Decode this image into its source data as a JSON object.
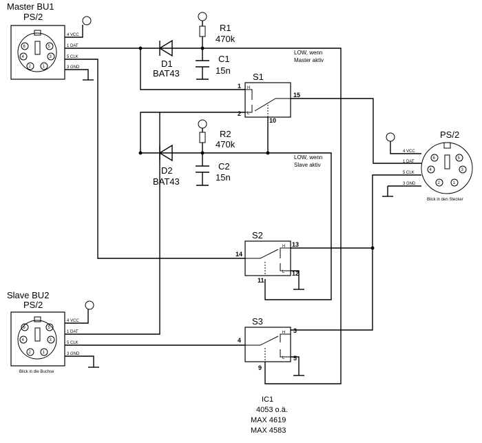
{
  "master": {
    "title": "Master BU1",
    "subtitle": "PS/2",
    "pins": [
      "4  VCC",
      "1  DAT",
      "5  CLK",
      "3  GND"
    ],
    "numbers": [
      "6",
      "5",
      "4",
      "3",
      "2",
      "1"
    ]
  },
  "slave": {
    "title": "Slave BU2",
    "subtitle": "PS/2",
    "pins": [
      "4  VCC",
      "1  DAT",
      "5  CLK",
      "3  GND"
    ],
    "numbers": [
      "6",
      "5",
      "4",
      "3",
      "2",
      "1"
    ],
    "caption": "Blick in die Buchse"
  },
  "output": {
    "title": "PS/2",
    "pins": [
      "4  VCC",
      "1  DAT",
      "5  CLK",
      "3  GND"
    ],
    "numbers": [
      "6",
      "5",
      "4",
      "3",
      "2",
      "1"
    ],
    "caption": "Blick in den Stecker"
  },
  "components": {
    "r1": {
      "name": "R1",
      "value": "470k"
    },
    "c1": {
      "name": "C1",
      "value": "15n"
    },
    "d1": {
      "name": "D1",
      "value": "BAT43"
    },
    "r2": {
      "name": "R2",
      "value": "470k"
    },
    "c2": {
      "name": "C2",
      "value": "15n"
    },
    "d2": {
      "name": "D2",
      "value": "BAT43"
    }
  },
  "switches": {
    "s1": {
      "name": "S1",
      "pin_h": "1",
      "pin_l": "2",
      "pin_com": "15",
      "pin_ctrl": "10"
    },
    "s2": {
      "name": "S2",
      "pin_com": "14",
      "pin_h": "13",
      "pin_l": "12",
      "pin_ctrl": "11"
    },
    "s3": {
      "name": "S3",
      "pin_com": "4",
      "pin_h": "3",
      "pin_l": "5",
      "pin_ctrl": "9"
    },
    "label_h": "H",
    "label_l": "L"
  },
  "notes": {
    "master_low_1": "LOW, wenn",
    "master_low_2": "Master aktiv",
    "slave_low_1": "LOW, wenn",
    "slave_low_2": "Slave aktiv"
  },
  "ic": {
    "name": "IC1",
    "lines": [
      "4053 o.ä.",
      "MAX 4619",
      "MAX 4583"
    ]
  }
}
